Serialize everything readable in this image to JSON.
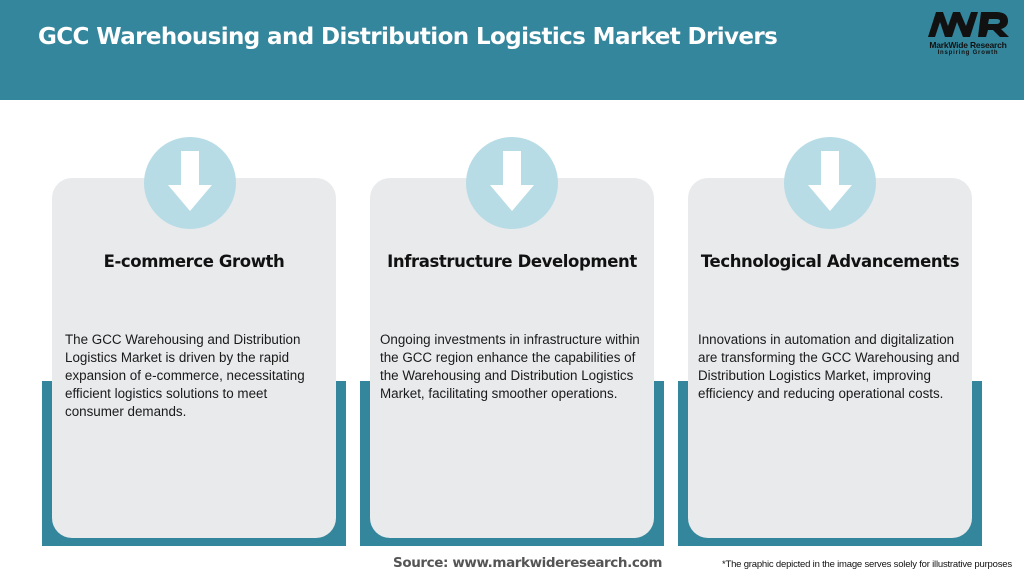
{
  "header": {
    "title": "GCC Warehousing and Distribution Logistics Market Drivers",
    "background_color": "#34869c"
  },
  "logo": {
    "mark": "MWR",
    "name": "MarkWide Research",
    "tagline": "Inspiring Growth"
  },
  "cards": [
    {
      "icon": "arrow-down-icon",
      "title": "E-commerce Growth",
      "text": "The GCC Warehousing and Distribution Logistics Market is driven by the rapid expansion of e-commerce, necessitating efficient logistics solutions to meet consumer demands."
    },
    {
      "icon": "arrow-down-icon",
      "title": "Infrastructure Development",
      "text": "Ongoing investments in infrastructure within the GCC region enhance the capabilities of the Warehousing and Distribution Logistics Market, facilitating smoother operations."
    },
    {
      "icon": "arrow-down-icon",
      "title": "Technological Advancements",
      "text": "Innovations in automation and digitalization are transforming the GCC Warehousing and Distribution Logistics Market, improving efficiency and reducing operational costs."
    }
  ],
  "colors": {
    "accent": "#34869c",
    "card_bg": "#e8eaec",
    "circle": "#b7dce6"
  },
  "footer": {
    "source": "Source: www.markwideresearch.com",
    "disclaimer": "*The graphic depicted in the image serves solely for illustrative purposes"
  }
}
